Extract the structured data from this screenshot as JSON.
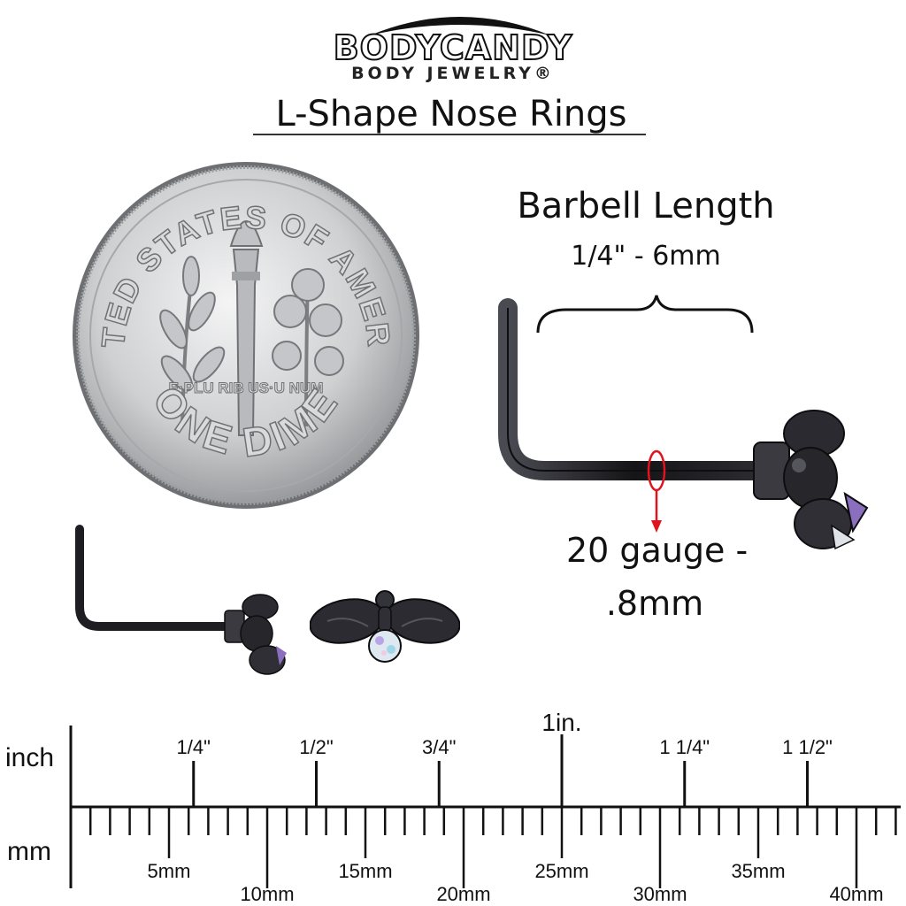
{
  "brand": {
    "name": "BODYCANDY",
    "subtitle": "BODY JEWELRY®"
  },
  "title": "L-Shape Nose Rings",
  "coin": {
    "top_text": "UNITED STATES OF AMERICA",
    "motto": "E·PLU RIB US·U NUM",
    "bottom_text": "ONE DIME"
  },
  "barbell": {
    "label": "Barbell Length",
    "value": "1/4\" - 6mm"
  },
  "gauge": {
    "line1": "20 gauge -",
    "line2": ".8mm"
  },
  "ruler": {
    "inch_label": "inch",
    "mm_label": "mm",
    "inch_marks": [
      {
        "text": "1/4\"",
        "value": 0.25
      },
      {
        "text": "1/2\"",
        "value": 0.5
      },
      {
        "text": "3/4\"",
        "value": 0.75
      },
      {
        "text": "1in.",
        "value": 1
      },
      {
        "text": "1 1/4\"",
        "value": 1.25
      },
      {
        "text": "1 1/2\"",
        "value": 1.5
      }
    ],
    "mm_marks": [
      {
        "text": "5mm",
        "value": 5
      },
      {
        "text": "10mm",
        "value": 10
      },
      {
        "text": "15mm",
        "value": 15
      },
      {
        "text": "20mm",
        "value": 20
      },
      {
        "text": "25mm",
        "value": 25
      },
      {
        "text": "30mm",
        "value": 30
      },
      {
        "text": "35mm",
        "value": 35
      },
      {
        "text": "40mm",
        "value": 40
      }
    ]
  },
  "colors": {
    "accent": "#e0141e",
    "metal": "#1e1e22",
    "coin": "#c9cacc"
  }
}
